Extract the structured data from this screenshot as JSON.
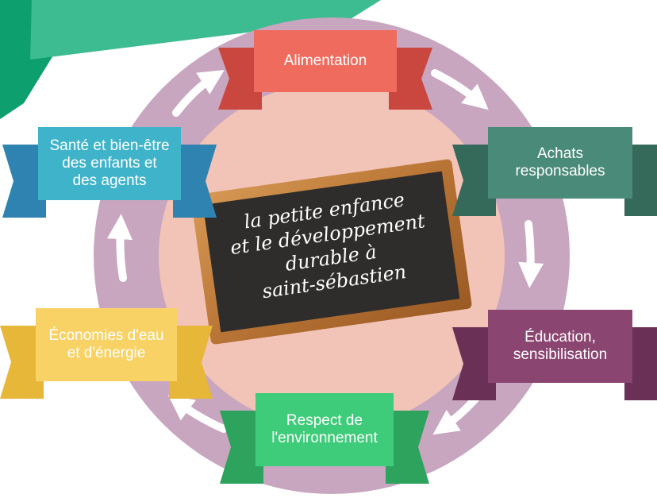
{
  "colors": {
    "outer_ring": "#c8a6bf",
    "inner_circle": "#f2c3b7",
    "header_band_dark": "#0e9f6e",
    "header_band_light": "#3dbb91",
    "arrow": "#ffffff"
  },
  "board": {
    "lines": [
      "la petite enfance",
      "et le développement",
      "durable à",
      "saint-sébastien"
    ]
  },
  "steps": [
    {
      "label": "Alimentation",
      "color": "#ef6b5e",
      "fold": "#c9473e"
    },
    {
      "label": "Achats\nresponsables",
      "color": "#4a8a78",
      "fold": "#356a5b"
    },
    {
      "label": "Éducation,\nsensibilisation",
      "color": "#8b4571",
      "fold": "#6b3055"
    },
    {
      "label": "Respect de\nl'environnement",
      "color": "#3fcc7a",
      "fold": "#2ea35d"
    },
    {
      "label": "Économies d'eau\net d'énergie",
      "color": "#f9d265",
      "fold": "#e7b73a"
    },
    {
      "label": "Santé et bien-être\ndes enfants et\ndes agents",
      "color": "#3fb3ca",
      "fold": "#2f83b0"
    }
  ]
}
